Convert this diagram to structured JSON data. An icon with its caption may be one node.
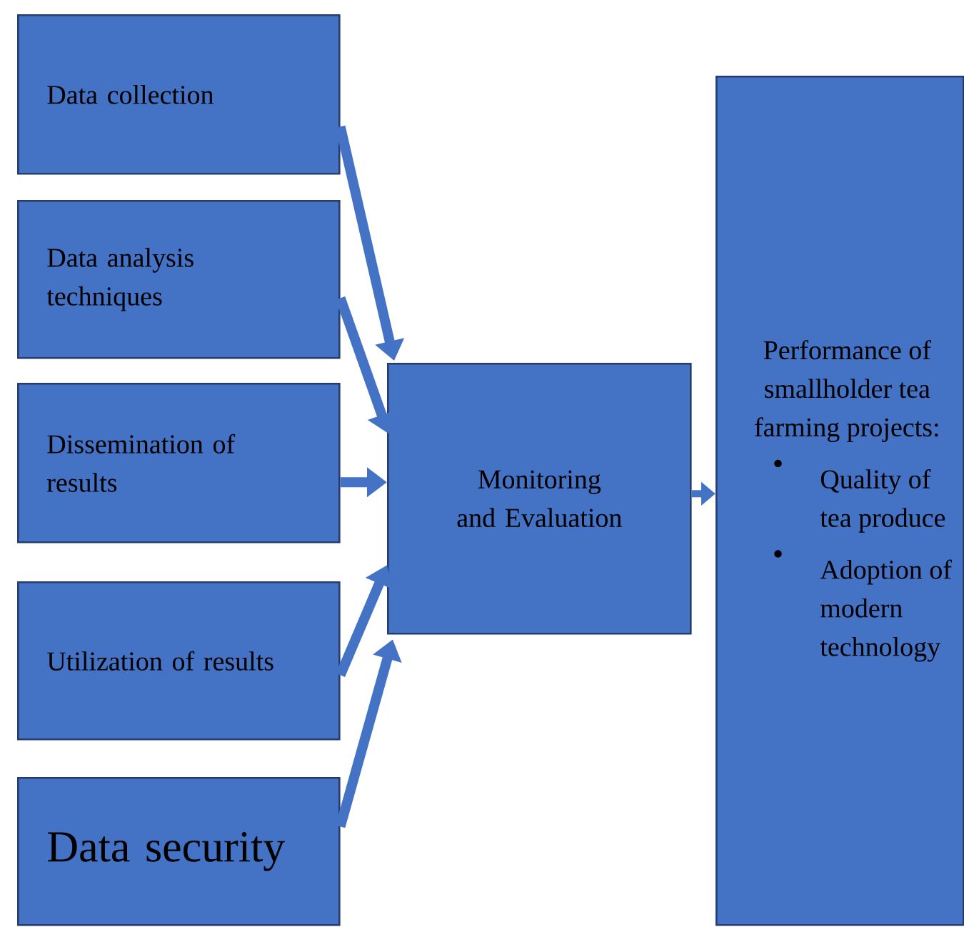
{
  "diagram": {
    "nodes": [
      {
        "text": [
          "Data collection"
        ]
      },
      {
        "text": [
          "Data analysis techniques"
        ]
      },
      {
        "text": [
          "Dissemination of results"
        ]
      },
      {
        "text": [
          "Utilization of results"
        ]
      },
      {
        "text": [
          "Data security"
        ]
      },
      {
        "text": [
          "Monitoring and Evaluation"
        ]
      },
      {
        "text": [
          "Performance of smallholder tea farming projects:",
          "Quality of tea produce",
          "Adoption of modern technology"
        ]
      }
    ],
    "edges": [
      {
        "from": 0,
        "to": 5,
        "arrow": "to"
      },
      {
        "from": 1,
        "to": 5,
        "arrow": "to"
      },
      {
        "from": 2,
        "to": 5,
        "arrow": "to"
      },
      {
        "from": 3,
        "to": 5,
        "arrow": "to"
      },
      {
        "from": 4,
        "to": 5,
        "arrow": "to"
      },
      {
        "from": 5,
        "to": 6,
        "arrow": "to"
      }
    ]
  }
}
